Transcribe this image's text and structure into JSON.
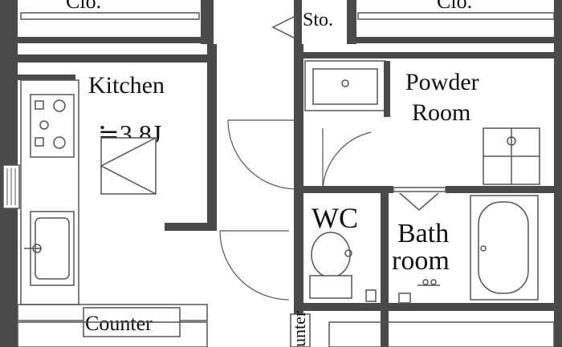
{
  "rooms": {
    "closet_left": "Clo.",
    "closet_right": "Clo.",
    "storage": "Sto.",
    "kitchen": "Kitchen",
    "kitchen_size": "≒3.8J",
    "powder_room_line1": "Powder",
    "powder_room_line2": "Room",
    "wc": "WC",
    "bath_line1": "Bath",
    "bath_line2": "room",
    "counter_bottom": "Counter",
    "counter_vertical": "unter"
  },
  "colors": {
    "wall": "#4a4a4a",
    "line": "#555555",
    "background": "#ffffff"
  }
}
